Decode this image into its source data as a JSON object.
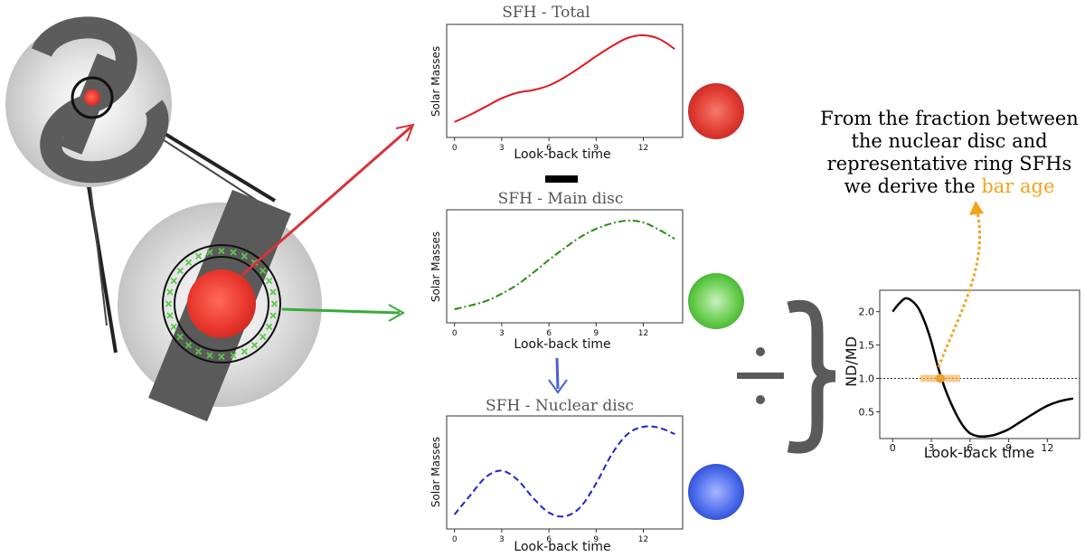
{
  "panels": {
    "total": {
      "title": "SFH - Total",
      "ylabel": "Solar Masses",
      "xlabel": "Look-back time",
      "color": "#e8141a"
    },
    "main": {
      "title": "SFH - Main disc",
      "ylabel": "Solar Masses",
      "xlabel": "Look-back time",
      "color": "#2a8a12"
    },
    "nuclear": {
      "title": "SFH - Nuclear disc",
      "ylabel": "Solar Masses",
      "xlabel": "Look-back time",
      "color": "#1a22d8"
    }
  },
  "ratio": {
    "ylabel": "ND/MD",
    "xlabel": "Look-back time",
    "reference_line": 1.0
  },
  "annotation": {
    "line1": "From the fraction between",
    "line2": "the nuclear disc and",
    "line3": "representative ring SFHs",
    "line4_prefix": "we derive the ",
    "line4_highlight": "bar age",
    "highlight_color": "#f4a21a"
  },
  "operators": {
    "minus": "—",
    "divide": "÷",
    "brace": "}"
  },
  "chart_data": [
    {
      "type": "line",
      "title": "SFH - Total",
      "xlabel": "Look-back time",
      "ylabel": "Solar Masses",
      "xticks": [
        0,
        3,
        6,
        9,
        12
      ],
      "xlim": [
        -0.5,
        14.5
      ],
      "ylim": [
        0,
        1
      ],
      "series": [
        {
          "values_x": [
            0,
            1,
            2,
            3,
            4,
            5,
            6,
            7,
            8,
            9,
            10,
            11,
            12,
            13,
            14
          ],
          "values_y": [
            0.05,
            0.13,
            0.22,
            0.31,
            0.37,
            0.4,
            0.45,
            0.54,
            0.65,
            0.77,
            0.88,
            0.97,
            1.0,
            0.96,
            0.85
          ],
          "style": "solid",
          "color": "#e8141a"
        }
      ]
    },
    {
      "type": "line",
      "title": "SFH - Main disc",
      "xlabel": "Look-back time",
      "ylabel": "Solar Masses",
      "xticks": [
        0,
        3,
        6,
        9,
        12
      ],
      "xlim": [
        -0.5,
        14.5
      ],
      "ylim": [
        0,
        1
      ],
      "series": [
        {
          "values_x": [
            0,
            1,
            2,
            3,
            4,
            5,
            6,
            7,
            8,
            9,
            10,
            11,
            12,
            13,
            14
          ],
          "values_y": [
            0.03,
            0.07,
            0.12,
            0.2,
            0.3,
            0.43,
            0.57,
            0.7,
            0.82,
            0.91,
            0.97,
            1.0,
            0.98,
            0.9,
            0.8
          ],
          "style": "dashdot",
          "color": "#2a8a12"
        }
      ]
    },
    {
      "type": "line",
      "title": "SFH - Nuclear disc",
      "xlabel": "Look-back time",
      "ylabel": "Solar Masses",
      "xticks": [
        0,
        3,
        6,
        9,
        12
      ],
      "xlim": [
        -0.5,
        14.5
      ],
      "ylim": [
        0,
        1
      ],
      "series": [
        {
          "values_x": [
            0,
            1,
            2,
            3,
            4,
            5,
            6,
            7,
            8,
            9,
            10,
            11,
            12,
            13,
            14
          ],
          "values_y": [
            0.04,
            0.25,
            0.45,
            0.52,
            0.42,
            0.22,
            0.06,
            0.02,
            0.12,
            0.38,
            0.7,
            0.92,
            1.0,
            0.99,
            0.92
          ],
          "style": "dashed",
          "color": "#1a22d8"
        }
      ]
    },
    {
      "type": "line",
      "title": "",
      "xlabel": "Look-back time",
      "ylabel": "ND/MD",
      "xticks": [
        0,
        3,
        6,
        9,
        12
      ],
      "yticks": [
        0.5,
        1.0,
        1.5,
        2.0
      ],
      "xlim": [
        -1,
        14.5
      ],
      "ylim": [
        0.1,
        2.32
      ],
      "reference_y": 1.0,
      "highlight_x": 3.7,
      "series": [
        {
          "values_x": [
            0,
            0.5,
            1,
            1.5,
            2,
            2.5,
            3,
            3.5,
            4,
            4.5,
            5,
            5.5,
            6,
            6.5,
            7,
            7.5,
            8,
            9,
            10,
            11,
            12,
            13,
            14
          ],
          "values_y": [
            2.0,
            2.12,
            2.2,
            2.16,
            2.05,
            1.84,
            1.55,
            1.18,
            0.88,
            0.64,
            0.44,
            0.28,
            0.18,
            0.14,
            0.13,
            0.14,
            0.16,
            0.24,
            0.36,
            0.48,
            0.59,
            0.66,
            0.7
          ],
          "style": "solid",
          "color": "#000000"
        }
      ]
    }
  ]
}
